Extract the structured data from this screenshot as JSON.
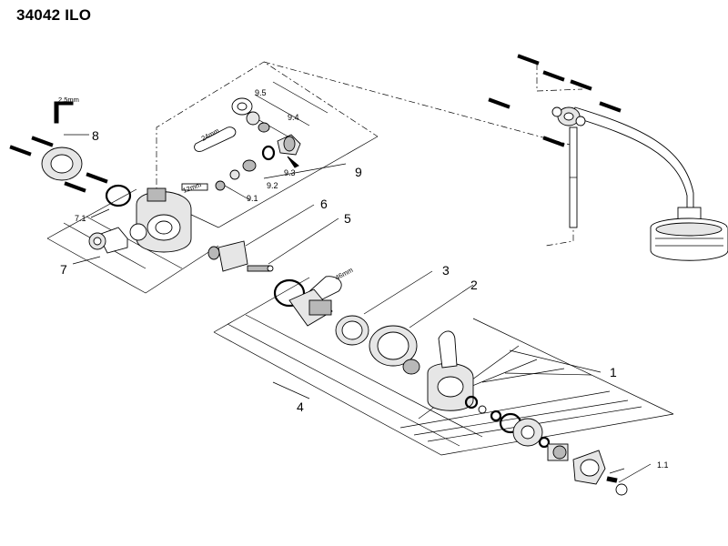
{
  "header": {
    "title": "34042 ILO"
  },
  "callouts": {
    "c1": "1",
    "c1_1": "1.1",
    "c2": "2",
    "c3": "3",
    "c4": "4",
    "c5": "5",
    "c6": "6",
    "c7": "7",
    "c7_1": "7.1",
    "c8": "8",
    "c9": "9",
    "c9_1": "9.1",
    "c9_2": "9.2",
    "c9_3": "9.3",
    "c9_4": "9.4",
    "c9_5": "9.5"
  },
  "tools": {
    "hex_key": "2.5mm",
    "spanner_24": "24mm",
    "key_12": "12mm",
    "spanner_46": "46mm"
  }
}
